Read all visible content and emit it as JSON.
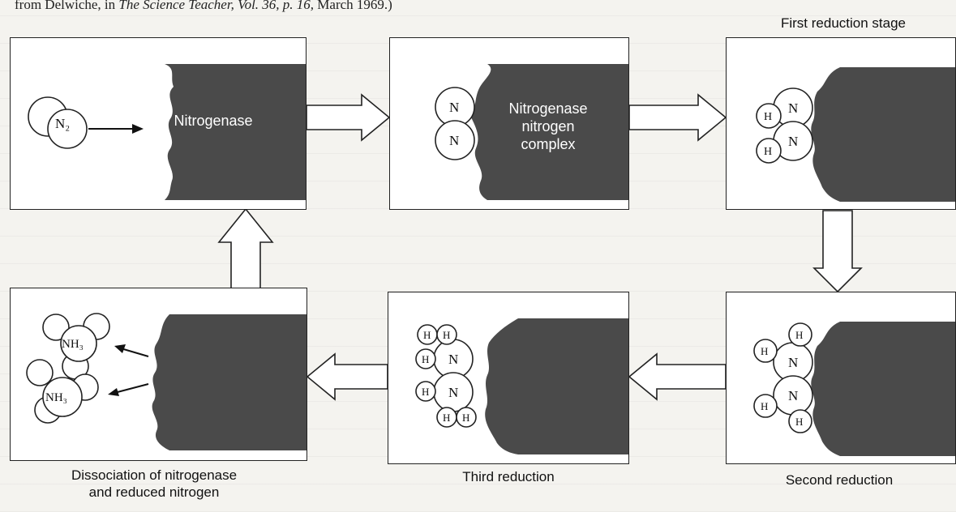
{
  "caption": {
    "prefix": "from Delwiche, in ",
    "source": "The Science Teacher, Vol. 36, p. 16,",
    "date": " March 1969.)"
  },
  "panels": {
    "p1": {
      "enzyme_label": "Nitrogenase",
      "molecule": "N₂"
    },
    "p2": {
      "complex_line1": "Nitrogenase",
      "complex_line2": "nitrogen",
      "complex_line3": "complex",
      "atom": "N"
    },
    "p3": {
      "stage_label": "First reduction stage",
      "atom": "N",
      "h_atom": "H"
    },
    "p4": {
      "stage_label": "Second reduction",
      "atom": "N",
      "h_atom": "H"
    },
    "p5": {
      "stage_label": "Third reduction",
      "atom": "N",
      "h_atom": "H"
    },
    "p6": {
      "stage_line1": "Dissociation of nitrogenase",
      "stage_line2": "and reduced nitrogen",
      "product": "NH₃"
    }
  },
  "colors": {
    "enzyme": "#4a4a4a",
    "outline": "#222222",
    "panel_bg": "#ffffff"
  }
}
